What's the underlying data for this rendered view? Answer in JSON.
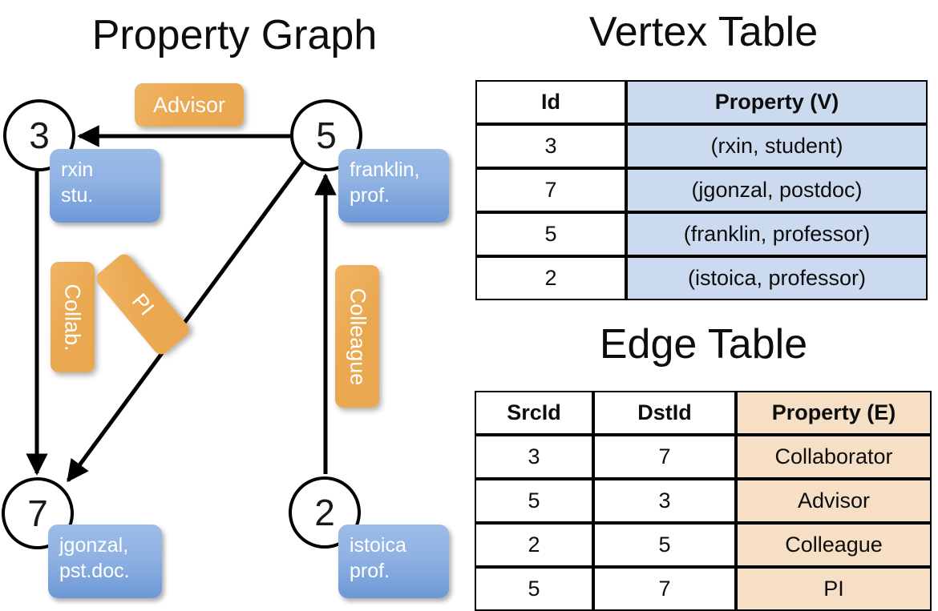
{
  "titles": {
    "property_graph": "Property Graph",
    "vertex_table": "Vertex Table",
    "edge_table": "Edge Table"
  },
  "graph": {
    "nodes": [
      {
        "id": "3",
        "property_lines": [
          "rxin",
          "stu."
        ]
      },
      {
        "id": "5",
        "property_lines": [
          "franklin,",
          "prof."
        ]
      },
      {
        "id": "7",
        "property_lines": [
          "jgonzal,",
          "pst.doc."
        ]
      },
      {
        "id": "2",
        "property_lines": [
          "istoica",
          "prof."
        ]
      }
    ],
    "edge_labels": {
      "advisor": "Advisor",
      "collab": "Collab.",
      "pi": "PI",
      "colleague": "Colleague"
    }
  },
  "vertex_table": {
    "headers": [
      "Id",
      "Property (V)"
    ],
    "rows": [
      [
        "3",
        "(rxin, student)"
      ],
      [
        "7",
        "(jgonzal, postdoc)"
      ],
      [
        "5",
        "(franklin, professor)"
      ],
      [
        "2",
        "(istoica, professor)"
      ]
    ]
  },
  "edge_table": {
    "headers": [
      "SrcId",
      "DstId",
      "Property (E)"
    ],
    "rows": [
      [
        "3",
        "7",
        "Collaborator"
      ],
      [
        "5",
        "3",
        "Advisor"
      ],
      [
        "2",
        "5",
        "Colleague"
      ],
      [
        "5",
        "7",
        "PI"
      ]
    ]
  },
  "colors": {
    "vertex_property_fill": "#ccdaf0",
    "edge_property_fill": "#f6dfc4",
    "node_callout_blue": "#8fb2e3",
    "edge_callout_orange": "#eaa851",
    "stroke": "#000000"
  }
}
